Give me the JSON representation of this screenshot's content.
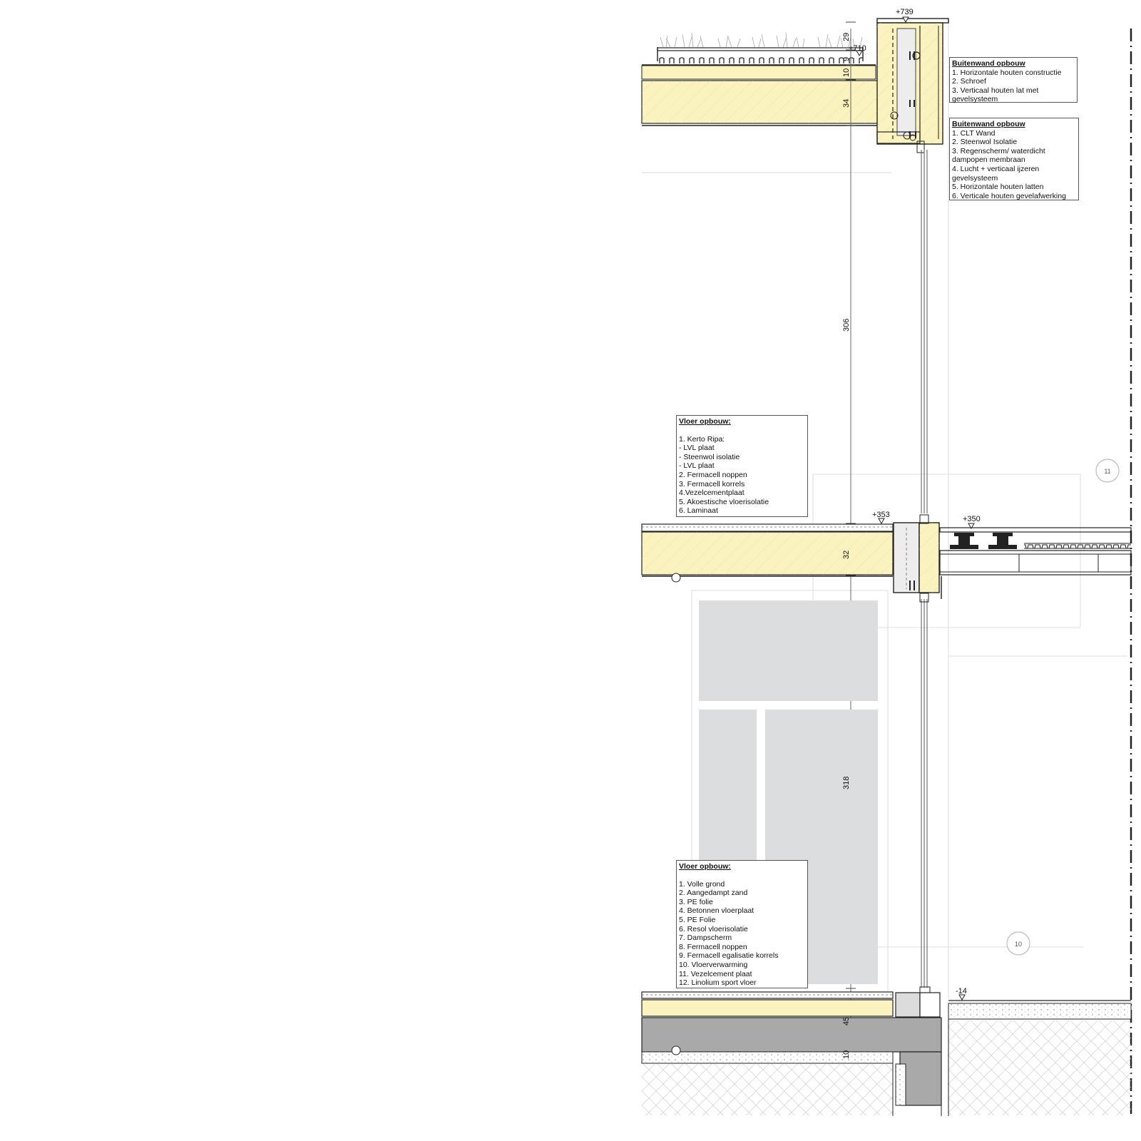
{
  "levels": [
    {
      "key": "top",
      "label": "+739"
    },
    {
      "key": "roof",
      "label": "+710"
    },
    {
      "key": "floor1",
      "label": "+353"
    },
    {
      "key": "terrace",
      "label": "+350"
    },
    {
      "key": "ground_out",
      "label": "-14"
    }
  ],
  "dimensions": [
    {
      "key": "d29",
      "label": "29"
    },
    {
      "key": "d9",
      "label": "9"
    },
    {
      "key": "d10a",
      "label": "10"
    },
    {
      "key": "d34",
      "label": "34"
    },
    {
      "key": "d306",
      "label": "306"
    },
    {
      "key": "d32",
      "label": "32"
    },
    {
      "key": "d318",
      "label": "318"
    },
    {
      "key": "d45",
      "label": "45"
    },
    {
      "key": "d10b",
      "label": "10"
    }
  ],
  "grid_markers": [
    {
      "key": "g11",
      "label": "11"
    },
    {
      "key": "g10",
      "label": "10"
    }
  ],
  "notes": {
    "wall_a": {
      "title": "Buitenwand opbouw",
      "items": [
        "1. Horizontale houten constructie",
        "2. Schroef",
        "3. Verticaal houten lat met",
        "gevelsysteem"
      ]
    },
    "wall_b": {
      "title": "Buitenwand opbouw",
      "items": [
        "1. CLT Wand",
        "2. Steenwol Isolatie",
        "3. Regenscherm/ waterdicht",
        "dampopen membraan",
        "4. Lucht + verticaal ijzeren",
        "gevelsysteem",
        "5. Horizontale houten latten",
        "6. Verticale houten gevelafwerking"
      ]
    },
    "floor_mid": {
      "title": "Vloer opbouw:",
      "items": [
        "1. Kerto Ripa:",
        "- LVL plaat",
        "- Steenwol isolatie",
        "- LVL plaat",
        "2. Fermacell noppen",
        "3. Fermacell korrels",
        "4.Vezelcementplaat",
        "5. Akoestische vloerisolatie",
        "6. Laminaat"
      ]
    },
    "floor_ground": {
      "title": "Vloer opbouw:",
      "items": [
        "1. Volle grond",
        "2. Aangedampt zand",
        "3. PE folie",
        "4. Betonnen vloerplaat",
        "5. PE Folie",
        "6. Resol vloerisolatie",
        "7. Dampscherm",
        "8. Fermacell noppen",
        "9. Fermacell egalisatie korrels",
        "10. Vloerverwarming",
        "11. Vezelcement  plaat",
        "12. Linolium sport vloer"
      ]
    }
  },
  "colors": {
    "timber": "#fbf3bf",
    "concrete": "#a9a9a9",
    "window_panel": "#dcdddf",
    "line": "#222222"
  }
}
